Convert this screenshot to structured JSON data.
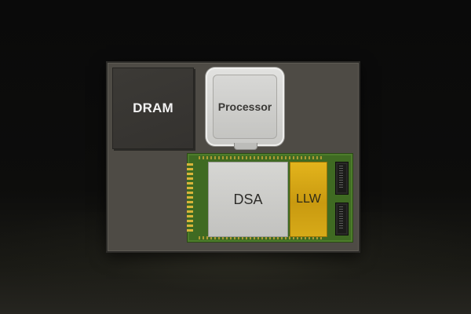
{
  "diagram": {
    "dram_label": "DRAM",
    "processor_label": "Processor",
    "dsa_label": "DSA",
    "llw_label": "LLW"
  },
  "colors": {
    "background": "#0a0a0a",
    "board": "#4e4b45",
    "dram": "#3a3835",
    "processor": "#d5d5d2",
    "pcb": "#3f6a22",
    "dsa": "#cfcfcc",
    "llw": "#d8a918"
  }
}
